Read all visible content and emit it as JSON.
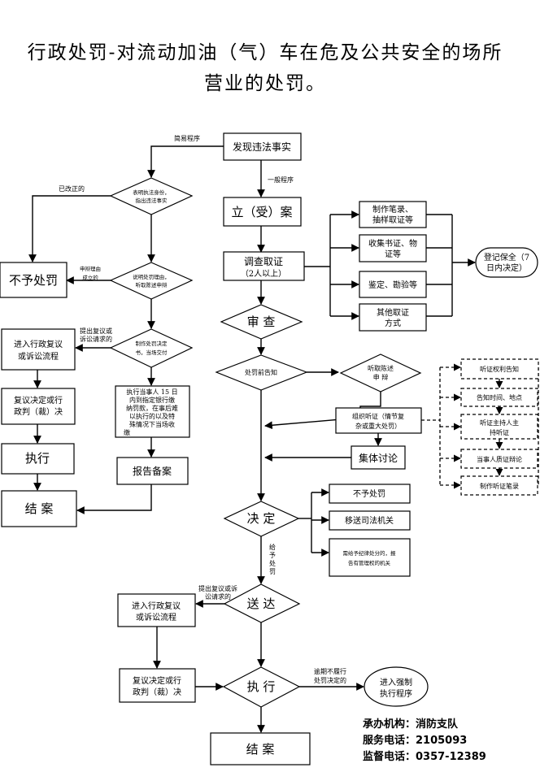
{
  "title": {
    "line1": "行政处罚-对流动加油（气）车在危及公共安全的场所",
    "line2": "营业的处罚。"
  },
  "nodes": {
    "discover": "发现违法事实",
    "simple_proc": "简易程序",
    "general_proc": "一般程序",
    "file_case": "立（受）案",
    "investigate_1": "调查取证",
    "investigate_2": "（2人以上）",
    "evidence_1_a": "制作笔录、",
    "evidence_1_b": "抽样取证等",
    "evidence_2_a": "收集书证、物",
    "evidence_2_b": "证等",
    "evidence_3": "鉴定、勘验等",
    "evidence_4_a": "其他取证",
    "evidence_4_b": "方式",
    "register_a": "登记保全（7",
    "register_b": "日内决定）",
    "review": "审  查",
    "pre_notice": "处罚前告知",
    "hear_a": "听取陈述",
    "hear_b": "申  辩",
    "org_hearing_a": "组织听证（情节复",
    "org_hearing_b": "杂或重大处罚）",
    "collective": "集体讨论",
    "hr1": "听证权利告知",
    "hr2": "告知时间、地点",
    "hr3_a": "听证主持人主",
    "hr3_b": "持听证",
    "hr4": "当事人质证辩论",
    "hr5": "制作听证笔录",
    "decide": "决  定",
    "no_penalty_r": "不予处罚",
    "transfer": "移送司法机关",
    "discipline_a": "需给予纪律处分的，报",
    "discipline_b": "告有管理权的机关",
    "give_penalty": [
      "给",
      "予",
      "处",
      "罚"
    ],
    "deliver": "送  达",
    "appeal_label_b_a": "提出复议或诉",
    "appeal_label_b_b": "讼请求的",
    "enter_review_b_a": "进入行政复议",
    "enter_review_b_b": "或诉讼流程",
    "review_decision_b_a": "复议决定或行",
    "review_decision_b_b": "政判（裁）决",
    "execute_b": "执  行",
    "overdue_a": "逾期不履行",
    "overdue_b": "处罚决定的",
    "force_a": "进入强制",
    "force_b": "执行程序",
    "close_b": "结  案",
    "simple_check_a": "表明执法身份，",
    "simple_check_b": "指出违法事实",
    "corrected": "已改正的",
    "explain_a": "说明处罚理由，",
    "explain_b": "听取陈述申辩",
    "defense_ok_a": "申辩理由",
    "defense_ok_b": "成立的",
    "no_penalty_l": "不予处罚",
    "make_decision_a": "制作处罚决定",
    "make_decision_b": "书，当场交付",
    "appeal_label_l_a": "提出复议或",
    "appeal_label_l_b": "诉讼请求的",
    "enter_review_l_a": "进入行政复议",
    "enter_review_l_b": "或诉讼流程",
    "review_decision_l_a": "复议决定或行",
    "review_decision_l_b": "政判（裁）决",
    "execute_l": "执行",
    "close_l": "结  案",
    "pay_a": "执行当事人 15 日",
    "pay_b": "内到指定银行缴",
    "pay_c": "纳罚款，在事后难",
    "pay_d": "以执行的以及特",
    "pay_e": "殊情况下当场收",
    "pay_f": "缴",
    "report": "报告备案"
  },
  "footer": {
    "org": "承办机构：消防支队",
    "service": "服务电话：2105093",
    "supervise": "监督电话：0357-12389"
  }
}
